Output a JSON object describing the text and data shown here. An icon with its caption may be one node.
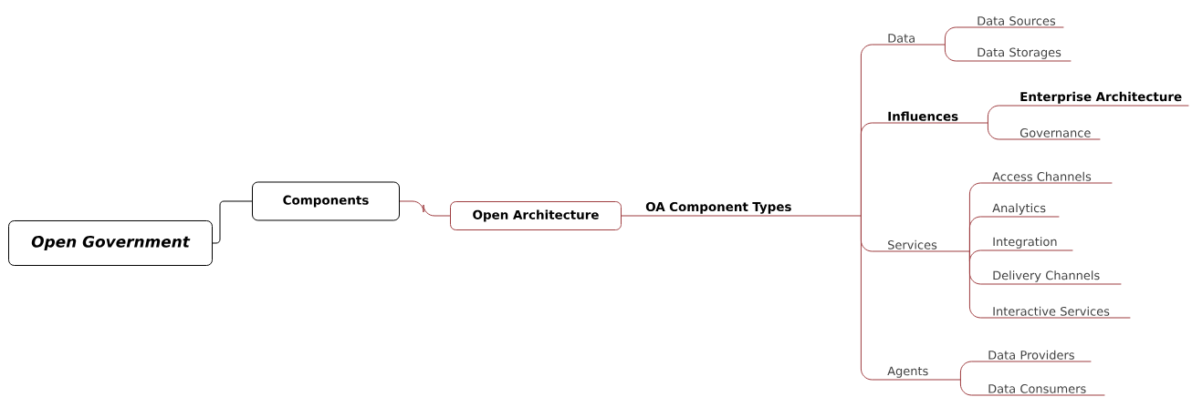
{
  "diagram": {
    "nodes": [
      {
        "text": [
          "Open Government"
        ]
      },
      {
        "text": [
          "Components"
        ]
      },
      {
        "text": [
          "Open Architecture"
        ]
      },
      {
        "text": [
          "OA Component Types"
        ]
      },
      {
        "text": [
          "Data"
        ]
      },
      {
        "text": [
          "Data Sources"
        ]
      },
      {
        "text": [
          "Data Storages"
        ]
      },
      {
        "text": [
          "Influences"
        ]
      },
      {
        "text": [
          "Enterprise Architecture"
        ]
      },
      {
        "text": [
          "Governance"
        ]
      },
      {
        "text": [
          "Services"
        ]
      },
      {
        "text": [
          "Access Channels"
        ]
      },
      {
        "text": [
          "Analytics"
        ]
      },
      {
        "text": [
          "Integration"
        ]
      },
      {
        "text": [
          "Delivery Channels"
        ]
      },
      {
        "text": [
          "Interactive Services"
        ]
      },
      {
        "text": [
          "Agents"
        ]
      },
      {
        "text": [
          "Data Providers"
        ]
      },
      {
        "text": [
          "Data Consumers"
        ]
      }
    ],
    "edges": [
      {
        "from": 0,
        "to": 1,
        "arrow": "none",
        "color": "#000000"
      },
      {
        "from": 1,
        "to": 2,
        "arrow": "none"
      },
      {
        "from": 2,
        "to": 3,
        "arrow": "none"
      },
      {
        "from": 3,
        "to": 4,
        "arrow": "none"
      },
      {
        "from": 4,
        "to": 5,
        "arrow": "none"
      },
      {
        "from": 4,
        "to": 6,
        "arrow": "none"
      },
      {
        "from": 3,
        "to": 7,
        "arrow": "none"
      },
      {
        "from": 7,
        "to": 8,
        "arrow": "none"
      },
      {
        "from": 7,
        "to": 9,
        "arrow": "none"
      },
      {
        "from": 3,
        "to": 10,
        "arrow": "none"
      },
      {
        "from": 10,
        "to": 11,
        "arrow": "none"
      },
      {
        "from": 10,
        "to": 12,
        "arrow": "none"
      },
      {
        "from": 10,
        "to": 13,
        "arrow": "none"
      },
      {
        "from": 10,
        "to": 14,
        "arrow": "none"
      },
      {
        "from": 10,
        "to": 15,
        "arrow": "none"
      },
      {
        "from": 3,
        "to": 16,
        "arrow": "none"
      },
      {
        "from": 16,
        "to": 17,
        "arrow": "none"
      },
      {
        "from": 16,
        "to": 18,
        "arrow": "none"
      }
    ]
  }
}
